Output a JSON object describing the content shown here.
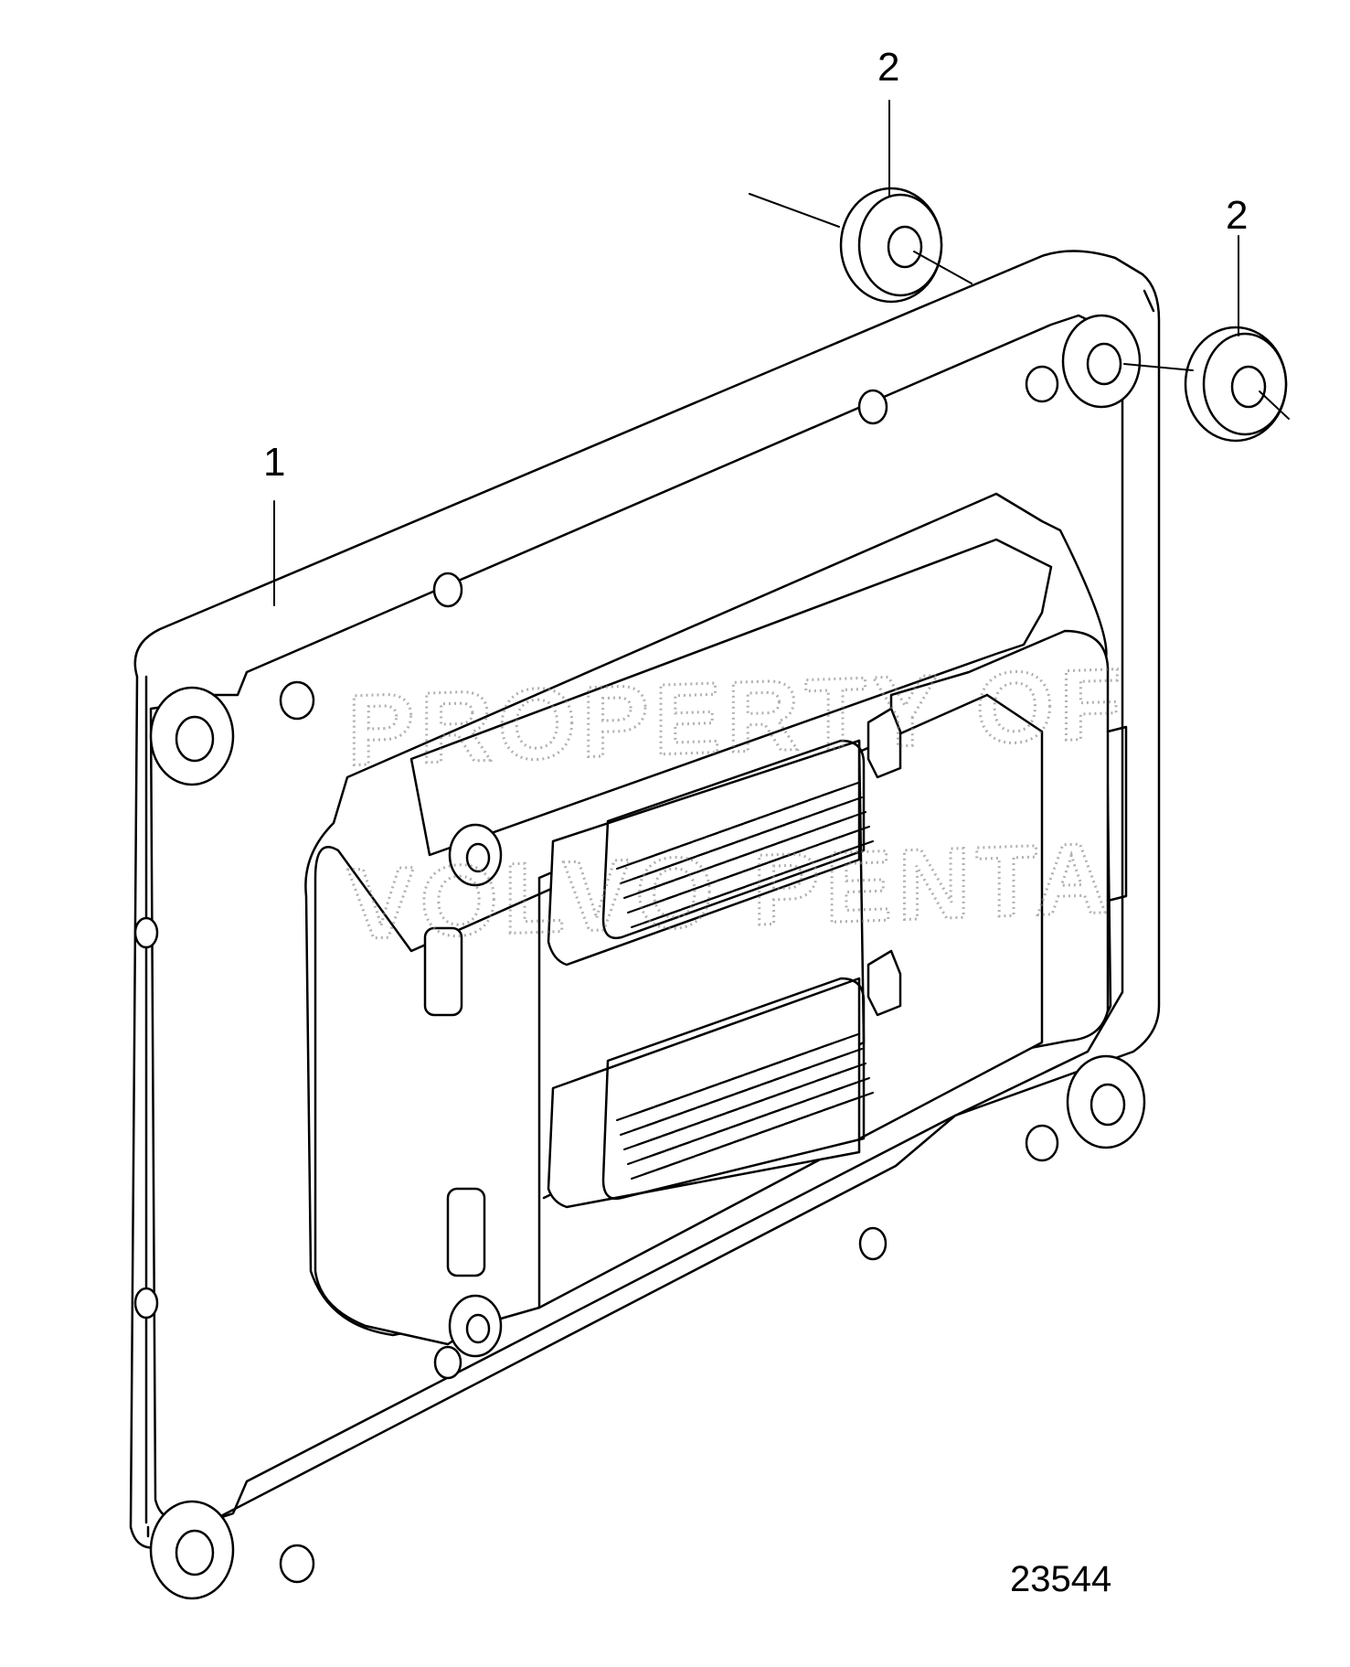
{
  "diagram": {
    "callouts": [
      {
        "id": "1",
        "label": "1"
      },
      {
        "id": "2a",
        "label": "2"
      },
      {
        "id": "2b",
        "label": "2"
      }
    ],
    "figure_number": "23544",
    "watermark": [
      "PROPERTY OF",
      "VOLVO PENTA"
    ]
  }
}
